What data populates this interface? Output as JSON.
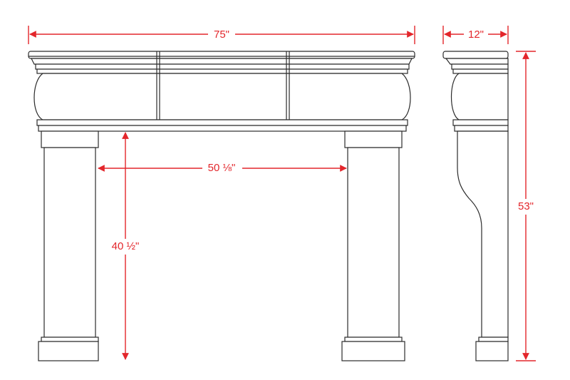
{
  "colors": {
    "dimension": "#e3262b",
    "outline": "#2b2b2b",
    "background": "#ffffff"
  },
  "dimensions": {
    "overall_width": "75\"",
    "depth": "12\"",
    "opening_width": "50 ⅛\"",
    "opening_height": "40 ½\"",
    "overall_height": "53\""
  }
}
